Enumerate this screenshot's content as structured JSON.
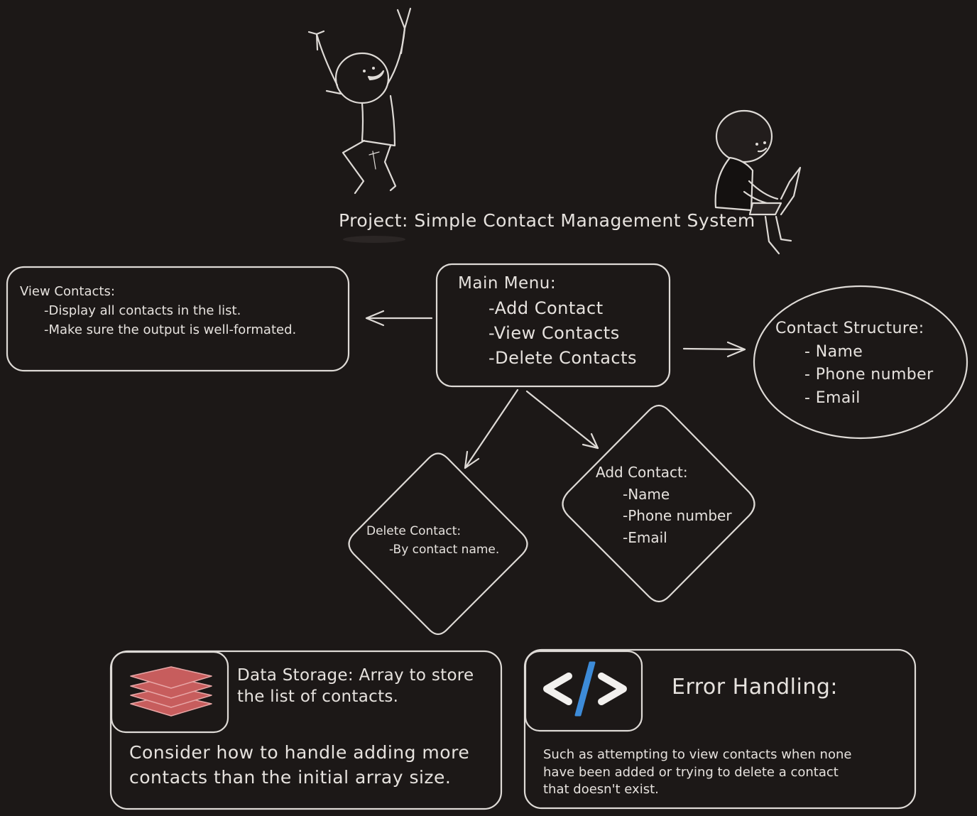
{
  "title": "Project: Simple Contact Management System",
  "view_contacts": {
    "lines": [
      "View Contacts:",
      "-Display all contacts in the list.",
      "-Make sure the output is well-formated."
    ]
  },
  "main_menu": {
    "lines": [
      "Main Menu:",
      "-Add Contact",
      "-View Contacts",
      "-Delete Contacts"
    ]
  },
  "contact_structure": {
    "lines": [
      "Contact Structure:",
      "- Name",
      "- Phone number",
      "- Email"
    ]
  },
  "add_contact": {
    "lines": [
      "Add Contact:",
      "-Name",
      "-Phone number",
      "-Email"
    ]
  },
  "delete_contact": {
    "lines": [
      "Delete Contact:",
      "-By contact name."
    ]
  },
  "data_storage": {
    "lines": [
      "Data Storage: Array to store",
      "the list of contacts."
    ],
    "note_lines": [
      "Consider how to handle adding more",
      "contacts than the initial array size."
    ]
  },
  "error_handling": {
    "title": "Error Handling:",
    "lines": [
      "Such as attempting to view contacts when none",
      "have been added or trying to delete a contact",
      "that doesn't exist."
    ]
  },
  "colors": {
    "background": "#1c1817",
    "stroke": "#dedad6",
    "layers_fill": "#c75d5d",
    "code_blue": "#3d8bd8"
  },
  "icons": [
    "stick-figure-jumping",
    "stick-figure-laptop",
    "layers-icon",
    "code-icon"
  ]
}
